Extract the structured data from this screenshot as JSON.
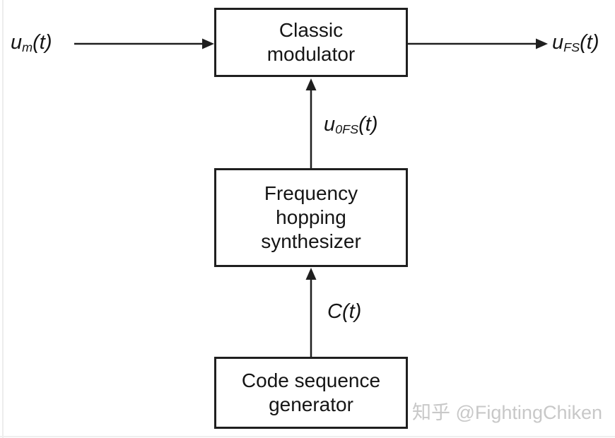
{
  "diagram": {
    "title_implied": "Frequency hopping transmitter block diagram",
    "blocks": [
      {
        "id": "classic-modulator",
        "label": "Classic\nmodulator"
      },
      {
        "id": "frequency-hopping-synthesizer",
        "label": "Frequency\nhopping\nsynthesizer"
      },
      {
        "id": "code-sequence-generator",
        "label": "Code sequence\ngenerator"
      }
    ],
    "signals": {
      "input": {
        "base": "u",
        "sub": "m",
        "rest": "(t)"
      },
      "output": {
        "base": "u",
        "sub": "FS",
        "rest": "(t)"
      },
      "synth_output": {
        "base": "u",
        "sub": "0FS",
        "rest": "(t)"
      },
      "code": {
        "base": "C",
        "sub": "",
        "rest": "(t)"
      }
    },
    "colors": {
      "line": "#1f1f1f",
      "text": "#151515",
      "background": "#ffffff",
      "watermark": "#c8c8c8"
    }
  },
  "watermark": {
    "text": "知乎 @FightingChiken"
  }
}
